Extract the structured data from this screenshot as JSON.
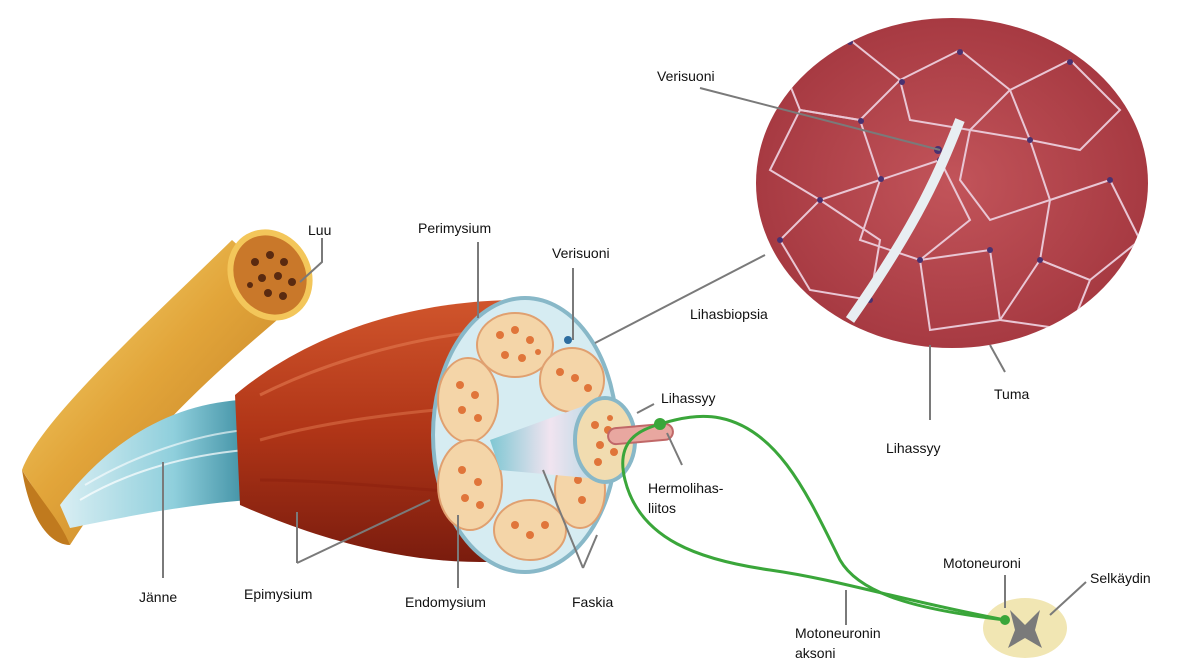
{
  "colors": {
    "bone_outer": "#d89a2e",
    "bone_light": "#f3d46a",
    "tendon": "#b9e0ea",
    "muscle": "#b83a1c",
    "muscle_dark": "#7e1d10",
    "fascicle_fill": "#f4d9b5",
    "fiber_dot": "#e07a3a",
    "sheath": "#cfe6ee",
    "histology": "#b5474d",
    "histology_cell": "#c85a5e",
    "nerve_green": "#3aa63a",
    "spinal_cord": "#f1e6b3",
    "motoneuron": "#7a7a7a",
    "leader_line": "#7a7a7a"
  },
  "labels": {
    "luu": "Luu",
    "perimysium": "Perimysium",
    "verisuoni_mid": "Verisuoni",
    "verisuoni_top": "Verisuoni",
    "lihasbiopsia": "Lihasbiopsia",
    "lihassyy_fiber": "Lihassyy",
    "hermo_line1": "Hermolihas-",
    "hermo_line2": "liitos",
    "tuma": "Tuma",
    "lihassyy_histo": "Lihassyy",
    "janne": "Jänne",
    "epimysium": "Epimysium",
    "endomysium": "Endomysium",
    "faskia": "Faskia",
    "motoneuroni": "Motoneuroni",
    "selkaydin": "Selkäydin",
    "axon_line1": "Motoneuronin",
    "axon_line2": "aksoni"
  }
}
